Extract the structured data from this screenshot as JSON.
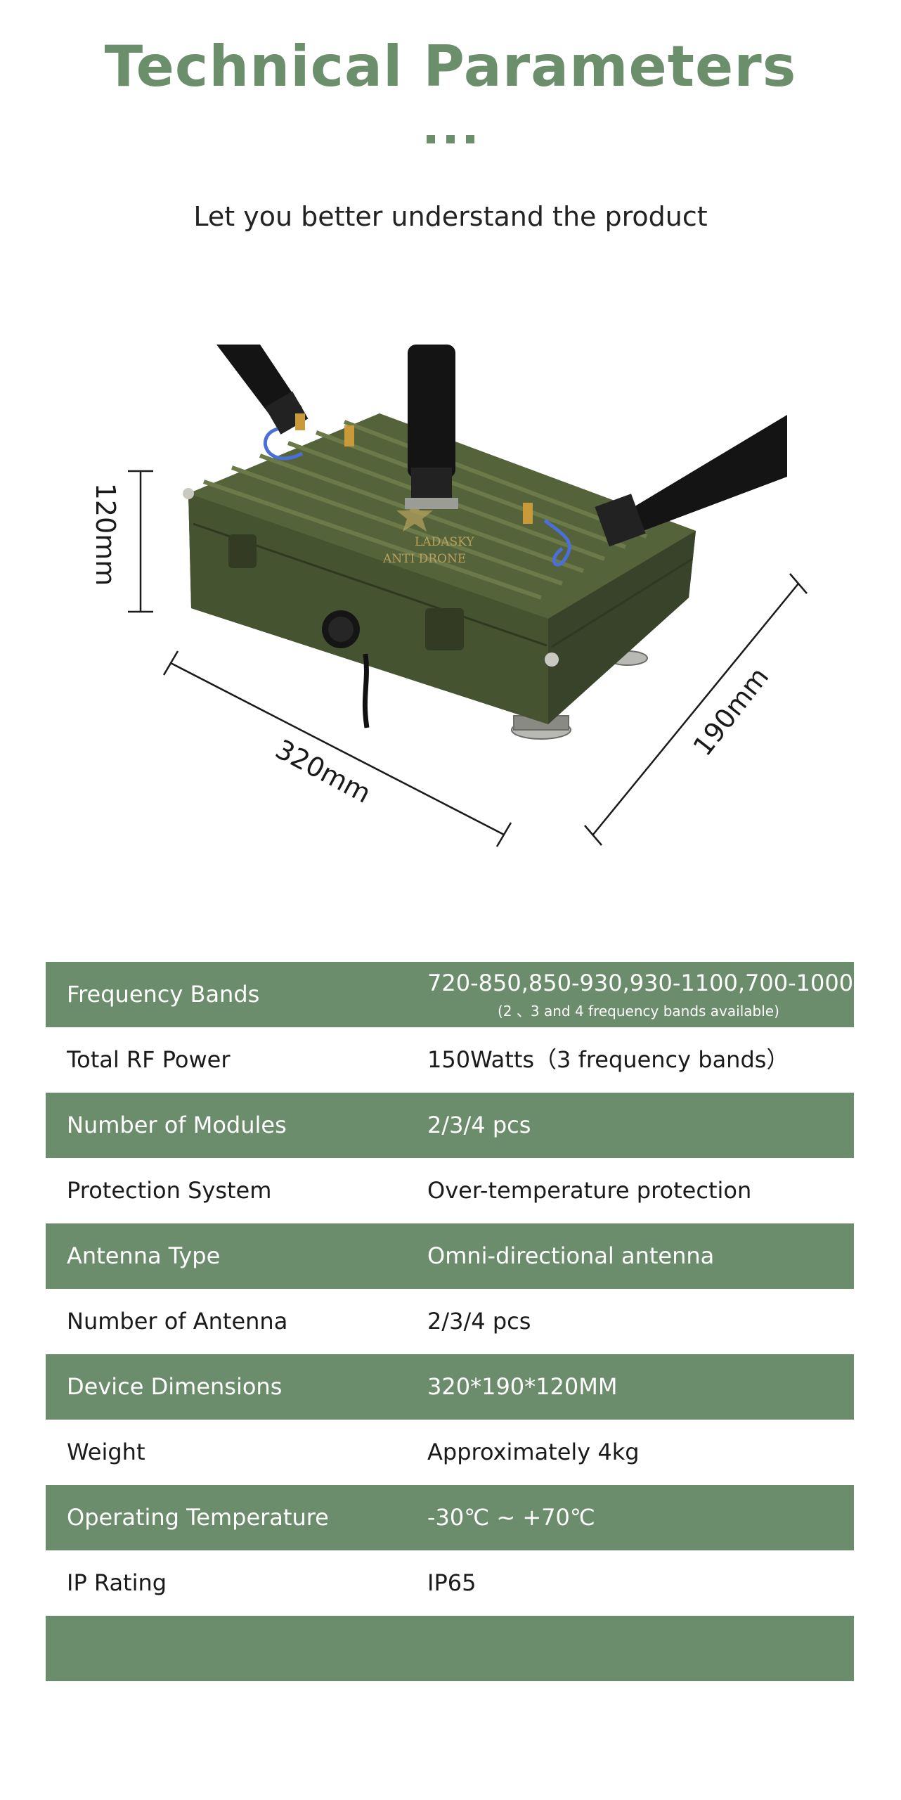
{
  "header": {
    "title": "Technical Parameters",
    "subtitle": "Let you better understand the product"
  },
  "product": {
    "logo_text_1": "LADASKY",
    "logo_text_2": "ANTI DRONE",
    "dimensions": {
      "height": "120mm",
      "length": "320mm",
      "width": "190mm"
    }
  },
  "specs": [
    {
      "label": "Frequency Bands",
      "value": "720-850,850-930,930-1100,700-1000",
      "note": "(2 、3 and 4 frequency bands available)"
    },
    {
      "label": "Total RF Power",
      "value": "150Watts（3 frequency bands）"
    },
    {
      "label": "Number of  Modules",
      "value": "2/3/4 pcs"
    },
    {
      "label": "Protection System",
      "value": "Over-temperature protection"
    },
    {
      "label": "Antenna Type",
      "value": "Omni-directional antenna"
    },
    {
      "label": "Number of Antenna",
      "value": "2/3/4 pcs"
    },
    {
      "label": "Device Dimensions",
      "value": "320*190*120MM"
    },
    {
      "label": "Weight",
      "value": "Approximately 4kg"
    },
    {
      "label": "Operating Temperature",
      "value": "-30℃  ~  +70℃"
    },
    {
      "label": "IP Rating",
      "value": "IP65"
    }
  ],
  "colors": {
    "accent": "#6b8e6b",
    "row_green": "#6b8d6b",
    "device_green": "#4d5a34"
  }
}
